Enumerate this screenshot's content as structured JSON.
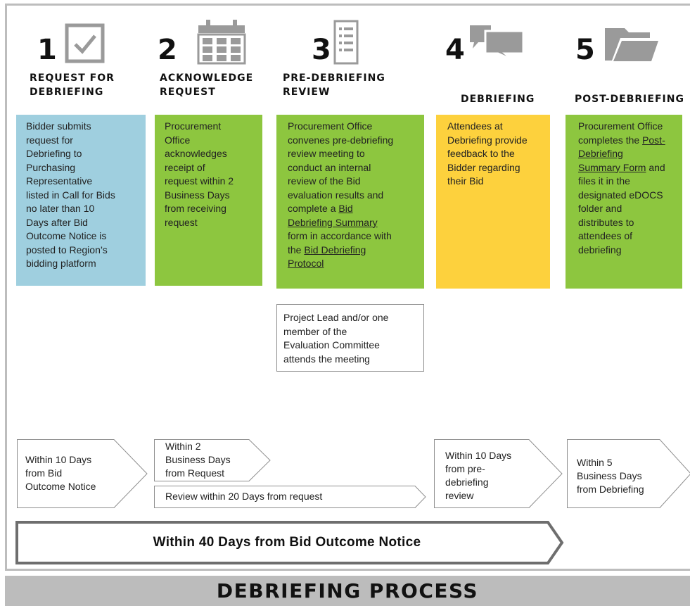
{
  "steps": [
    {
      "number": "1",
      "title_line1": "REQUEST FOR",
      "title_line2": "DEBRIEFING",
      "icon": "checkbox-icon"
    },
    {
      "number": "2",
      "title_line1": "ACKNOWLEDGE",
      "title_line2": "REQUEST",
      "icon": "calendar-icon"
    },
    {
      "number": "3",
      "title_line1": "PRE-DEBRIEFING",
      "title_line2": "REVIEW",
      "icon": "checklist-icon"
    },
    {
      "number": "4",
      "title_line1": "DEBRIEFING",
      "title_line2": "",
      "icon": "speech-bubbles-icon"
    },
    {
      "number": "5",
      "title_line1": "POST-DEBRIEFING",
      "title_line2": "",
      "icon": "folder-icon"
    }
  ],
  "boxes": {
    "step1": {
      "color": "#9fcfdf",
      "lines": [
        "Bidder submits",
        "request for",
        "Debriefing to",
        "Purchasing",
        "Representative",
        "listed in Call for Bids",
        "no later than 10",
        "Days after Bid",
        "Outcome Notice is",
        "posted to Region’s",
        "bidding platform"
      ]
    },
    "step2": {
      "color": "#8dc63f",
      "lines": [
        "Procurement",
        "Office",
        "acknowledges",
        "receipt of",
        "request within 2",
        "Business Days",
        "from receiving",
        "request"
      ]
    },
    "step3": {
      "color": "#8dc63f",
      "l1": "Procurement Office",
      "l2": "convenes pre-debriefing",
      "l3": "review meeting to",
      "l4": "conduct an internal",
      "l5": "review of the Bid",
      "l6": "evaluation results and",
      "l7_pre": "complete a ",
      "l7_link": "Bid",
      "l8_link": "Debriefing Summary",
      "l9": "form in accordance with",
      "l10_pre": "the ",
      "l10_link": "Bid Debriefing",
      "l11_link": "Protocol"
    },
    "step4": {
      "color": "#fdd13d",
      "lines": [
        "Attendees at",
        "Debriefing provide",
        "feedback to the",
        "Bidder regarding",
        "their Bid"
      ]
    },
    "step5": {
      "color": "#8dc63f",
      "l1": "Procurement Office",
      "l2_pre": "completes the ",
      "l2_link": "Post-",
      "l3_link": "Debriefing",
      "l4_link": "Summary Form",
      "l4_post": " and",
      "l5": "files it in the",
      "l6": "designated eDOCS",
      "l7": "folder and",
      "l8": "distributes to",
      "l9": "attendees of",
      "l10": "debriefing"
    }
  },
  "note": {
    "lines": [
      "Project Lead and/or one",
      "member of the",
      "Evaluation Committee",
      "attends the meeting"
    ]
  },
  "timelines": {
    "t1": [
      "Within 10 Days",
      "from Bid",
      "Outcome Notice"
    ],
    "t2": [
      "Within 2",
      "Business Days",
      "from Request"
    ],
    "t3": "Review within 20 Days from request",
    "t4": [
      "Within 10 Days",
      "from pre-",
      "debriefing",
      "review"
    ],
    "t5": [
      "Within 5",
      "Business Days",
      "from Debriefing"
    ]
  },
  "overall": "Within 40 Days from Bid Outcome Notice",
  "footer": "DEBRIEFING PROCESS",
  "colors": {
    "blue": "#9fcfdf",
    "green": "#8dc63f",
    "yellow": "#fdd13d",
    "icon_gray": "#9a9a9a",
    "footer_gray": "#bcbcbc"
  }
}
